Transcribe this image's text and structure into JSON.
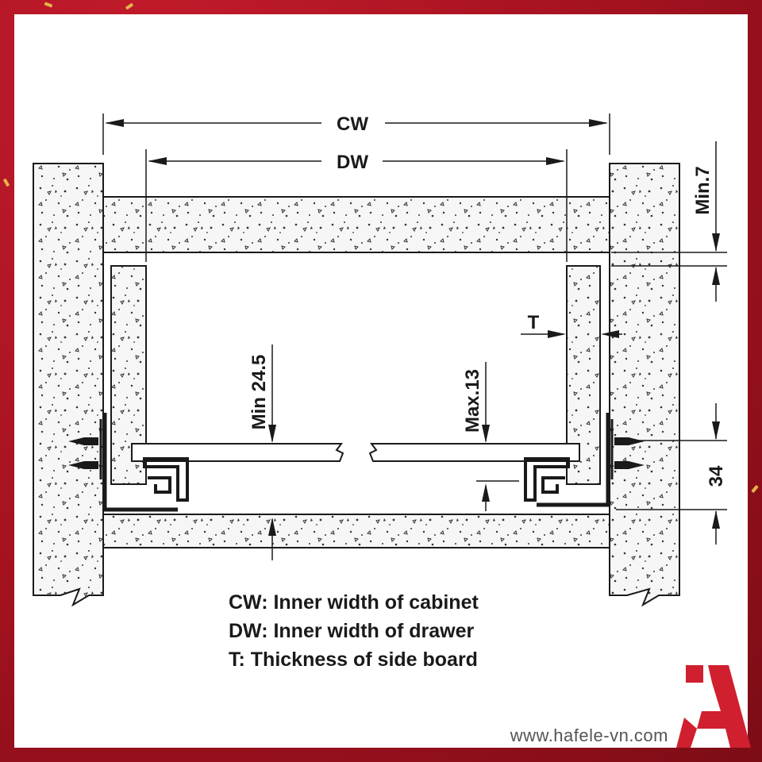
{
  "labels": {
    "cw": "CW",
    "dw": "DW",
    "min7": "Min.7",
    "t": "T",
    "min245": "Min 24.5",
    "max13": "Max.13",
    "d34": "34"
  },
  "legend": [
    "CW: Inner width of cabinet",
    "DW: Inner width of drawer",
    "T: Thickness of side board"
  ],
  "website": "www.hafele-vn.com",
  "colors": {
    "frame": "#a3121f",
    "logo": "#d01f2f",
    "line": "#1a1a1a"
  }
}
